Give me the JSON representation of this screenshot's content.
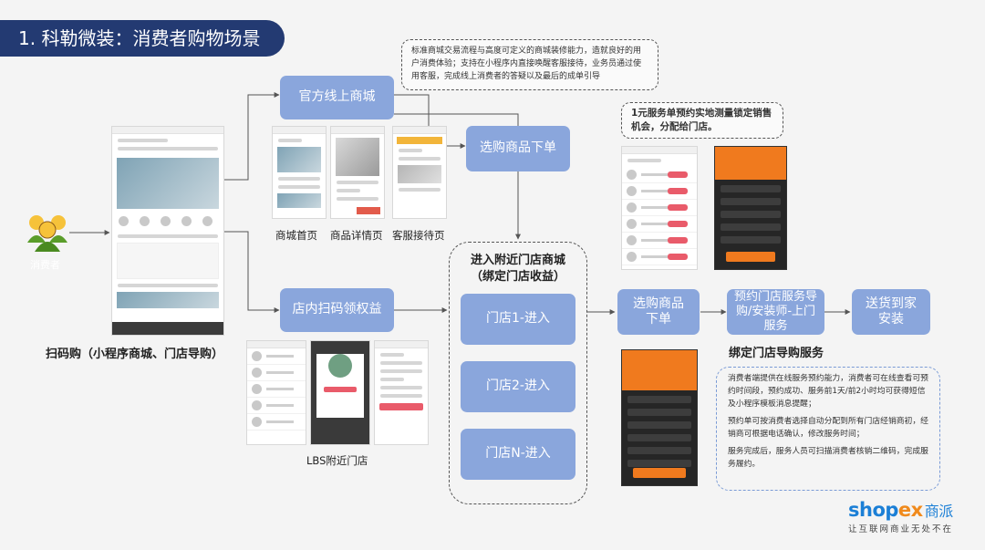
{
  "title": "1. 科勒微装：消费者购物场景",
  "consumer": {
    "label": "消费者"
  },
  "left_phone_caption": "扫码购（小程序商城、门店导购）",
  "boxes": {
    "official_mall": "官方线上商城",
    "scan_benefits": "店内扫码领权益",
    "select_goods_top": "选购商品下单",
    "store1": "门店1-进入",
    "store2": "门店2-进入",
    "storeN": "门店N-进入",
    "select_goods_mid": "选购商品\n下单",
    "book_service": "预约门店服务导\n购/安装师-上门\n服务",
    "deliver": "送货到家\n安装"
  },
  "nearby_group_title": "进入附近门店商城\n（绑定门店收益）",
  "screen_captions": {
    "home": "商城首页",
    "detail": "商品详情页",
    "service": "客服接待页",
    "lbs": "LBS附近门店"
  },
  "notes": {
    "top": "标准商城交易流程与高度可定义的商城装修能力，造就良好的用户消费体验；支持在小程序内直接唤醒客服接待，业务员通过使用客服，完成线上消费者的答疑以及最后的成单引导",
    "service_order": "1元服务单预约实地测量锁定销售机会，分配给门店。"
  },
  "bind_service_title": "绑定门店导购服务",
  "service_paragraphs": [
    "消费者端提供在线服务预约能力，消费者可在线查看可预约时间段，预约成功、服务前1天/前2小时均可获得短信及小程序模板消息提醒；",
    "预约单可按消费者选择自动分配到所有门店经销商初，经销商可根据电话确认，修改服务时间；",
    "服务完成后，服务人员可扫描消费者核销二维码，完成服务履约。"
  ],
  "logo": {
    "brand_pre": "shop",
    "brand_ex": "ex",
    "brand_cn": "商派",
    "slogan": "让互联网商业无处不在"
  },
  "colors": {
    "banner": "#233a72",
    "box": "#8aa6dc",
    "accent_orange": "#f07a1e",
    "logo_blue": "#1b7fd6"
  }
}
